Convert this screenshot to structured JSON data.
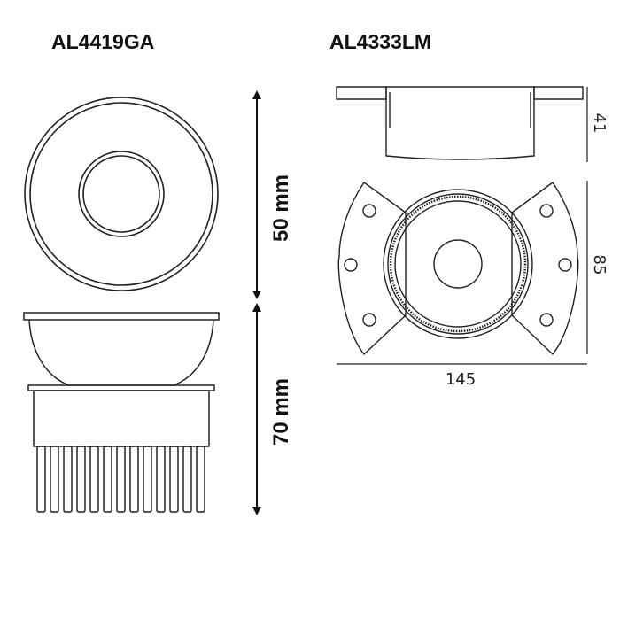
{
  "left_product": {
    "model": "AL4419GA",
    "dimension_top": "50 mm",
    "dimension_bottom": "70 mm"
  },
  "right_product": {
    "model": "AL4333LM",
    "height": "41",
    "depth": "85",
    "width": "145"
  }
}
